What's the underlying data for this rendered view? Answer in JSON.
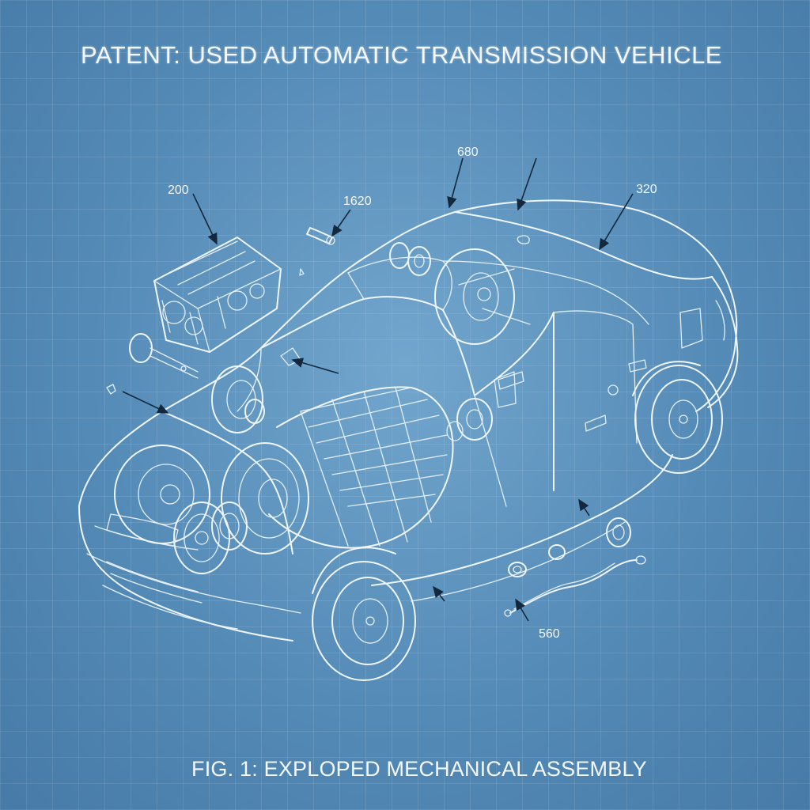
{
  "title": "PATENT: USED AUTOMATIC TRANSMISSION VEHICLE",
  "caption": "FIG. 1: EXPLOPED MECHANICAL ASSEMBLY",
  "callouts": {
    "engine": "200",
    "fastener": "1620",
    "roof": "680",
    "rear": "320",
    "cable": "560"
  },
  "colors": {
    "background": "#5389b5",
    "line": "#eef5fc",
    "arrow": "#14283d"
  }
}
